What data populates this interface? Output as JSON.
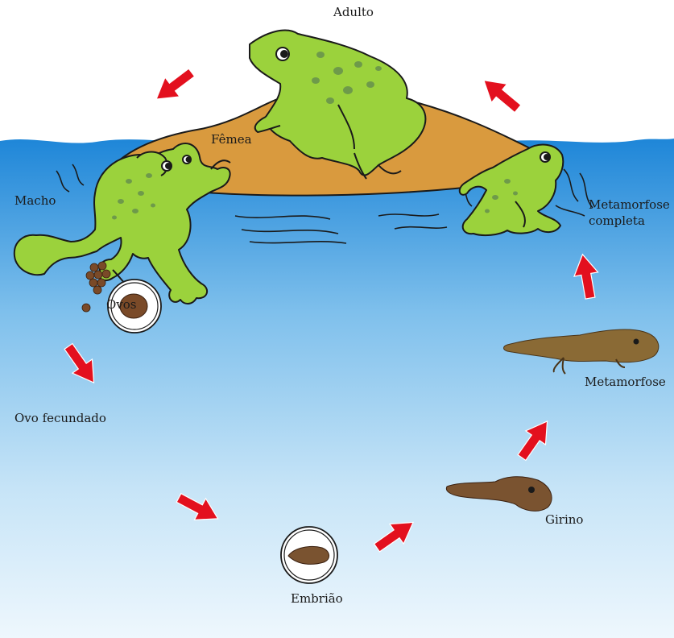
{
  "labels": {
    "adult": "Adulto",
    "female": "Fêmea",
    "male": "Macho",
    "eggs": "Ovos",
    "fertilized_egg": "Ovo fecundado",
    "embryo": "Embrião",
    "tadpole": "Girino",
    "metamorphosis": "Metamorfose",
    "complete_metamorphosis_line1": "Metamorfose",
    "complete_metamorphosis_line2": "completa"
  },
  "colors": {
    "water_top": "#1e86d8",
    "water_bottom": "#eef7fd",
    "rock": "#d99a3e",
    "frog_green": "#9bd23c",
    "frog_spots": "#6e9a4a",
    "egg_brown": "#7a4a28",
    "tadpole_brown": "#7a5330",
    "tadpole_olive": "#8a6a35",
    "arrow_red": "#e3101e"
  }
}
